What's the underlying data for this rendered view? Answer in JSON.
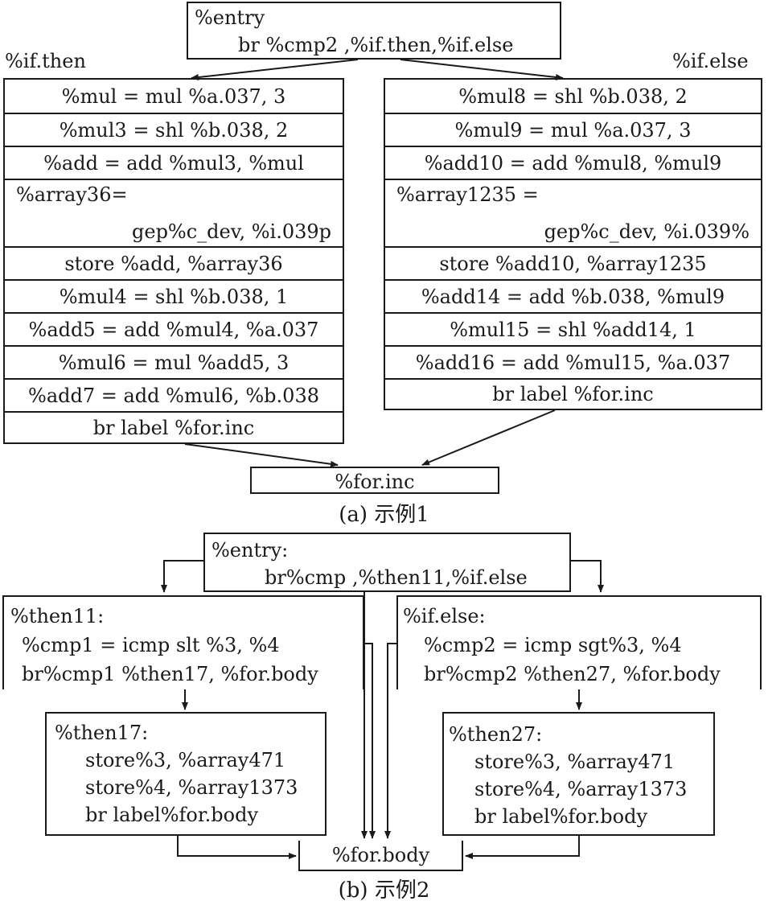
{
  "example_a": {
    "entry": {
      "label": "%entry",
      "instr": "br %cmp2 ,%if.then,%if.else"
    },
    "if_then_label": "%if.then",
    "if_else_label": "%if.else",
    "if_then_rows": [
      "%mul = mul %a.037, 3",
      "%mul3 = shl %b.038, 2",
      "%add = add %mul3, %mul",
      "%array36=",
      "gep%c_dev, %i.039p",
      "store  %add,  %array36",
      "%mul4 = shl %b.038, 1",
      "%add5 = add %mul4, %a.037",
      "%mul6 = mul %add5, 3",
      "%add7 = add %mul6, %b.038",
      "br label %for.inc"
    ],
    "if_else_rows": [
      "%mul8 = shl %b.038, 2",
      "%mul9 = mul %a.037, 3",
      "%add10 = add %mul8, %mul9",
      "%array1235 =",
      "gep%c_dev, %i.039%",
      "store %add10, %array1235",
      "%add14 = add  %b.038, %mul9",
      "%mul15 = shl %add14, 1",
      "%add16 = add %mul15, %a.037",
      "br label %for.inc"
    ],
    "for_inc": "%for.inc",
    "caption": "(a) 示例1"
  },
  "example_b": {
    "entry": {
      "label": "%entry:",
      "instr": "br%cmp ,%then11,%if.else"
    },
    "then11": {
      "label": "%then11:",
      "lines": [
        "%cmp1 = icmp slt %3, %4",
        "br%cmp1 %then17, %for.body"
      ]
    },
    "if_else": {
      "label": "%if.else:",
      "lines": [
        "%cmp2 = icmp sgt%3, %4",
        "br%cmp2 %then27, %for.body"
      ]
    },
    "then17": {
      "label": "%then17:",
      "lines": [
        "store%3, %array471",
        "store%4, %array1373",
        "br label%for.body"
      ]
    },
    "then27": {
      "label": "%then27:",
      "lines": [
        "store%3, %array471",
        "store%4, %array1373",
        "br label%for.body"
      ]
    },
    "for_body": "%for.body",
    "caption": "(b) 示例2"
  }
}
